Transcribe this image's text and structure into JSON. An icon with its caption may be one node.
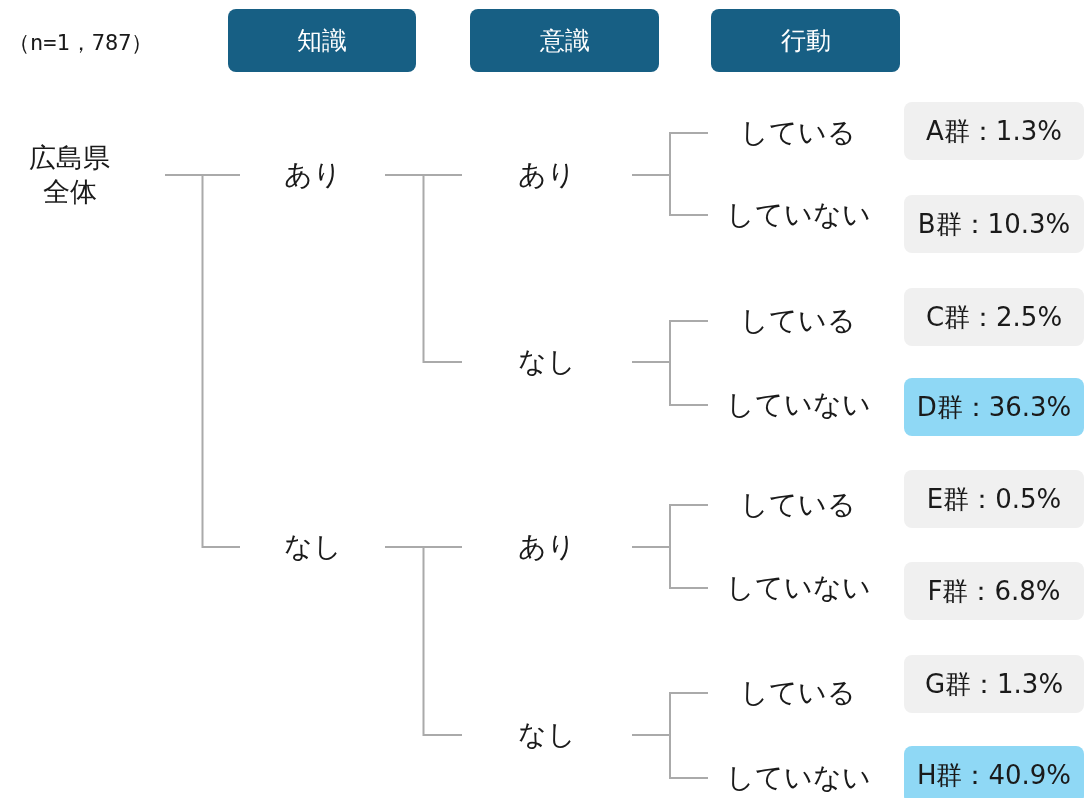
{
  "diagram": {
    "nodes": [
      {
        "text": [
          "知識"
        ]
      },
      {
        "text": [
          "意識"
        ]
      },
      {
        "text": [
          "行動"
        ]
      },
      {
        "text": [
          "広島県全体"
        ]
      },
      {
        "text": [
          "あり"
        ]
      },
      {
        "text": [
          "あり"
        ]
      },
      {
        "text": [
          "している"
        ]
      },
      {
        "text": [
          "A群：1.3%"
        ]
      },
      {
        "text": [
          "していない"
        ]
      },
      {
        "text": [
          "B群：10.3%"
        ]
      },
      {
        "text": [
          "なし"
        ]
      },
      {
        "text": [
          "している"
        ]
      },
      {
        "text": [
          "C群：2.5%"
        ]
      },
      {
        "text": [
          "していない"
        ]
      },
      {
        "text": [
          "D群：36.3%"
        ]
      },
      {
        "text": [
          "なし"
        ]
      },
      {
        "text": [
          "あり"
        ]
      },
      {
        "text": [
          "している"
        ]
      },
      {
        "text": [
          "E群：0.5%"
        ]
      },
      {
        "text": [
          "していない"
        ]
      },
      {
        "text": [
          "F群：6.8%"
        ]
      },
      {
        "text": [
          "なし"
        ]
      },
      {
        "text": [
          "している"
        ]
      },
      {
        "text": [
          "G群：1.3%"
        ]
      },
      {
        "text": [
          "していない"
        ]
      },
      {
        "text": [
          "H群：40.9%"
        ]
      }
    ],
    "edges": [
      {
        "from": 3,
        "to": 4,
        "arrow": "none"
      },
      {
        "from": 3,
        "to": 15,
        "arrow": "none"
      },
      {
        "from": 4,
        "to": 5,
        "arrow": "none"
      },
      {
        "from": 4,
        "to": 10,
        "arrow": "none"
      },
      {
        "from": 15,
        "to": 16,
        "arrow": "none"
      },
      {
        "from": 15,
        "to": 21,
        "arrow": "none"
      },
      {
        "from": 5,
        "to": 6,
        "arrow": "none"
      },
      {
        "from": 5,
        "to": 8,
        "arrow": "none"
      },
      {
        "from": 10,
        "to": 11,
        "arrow": "none"
      },
      {
        "from": 10,
        "to": 13,
        "arrow": "none"
      },
      {
        "from": 16,
        "to": 17,
        "arrow": "none"
      },
      {
        "from": 16,
        "to": 19,
        "arrow": "none"
      },
      {
        "from": 21,
        "to": 22,
        "arrow": "none"
      },
      {
        "from": 21,
        "to": 24,
        "arrow": "none"
      }
    ],
    "labels": [
      "（n=1，787）"
    ]
  }
}
